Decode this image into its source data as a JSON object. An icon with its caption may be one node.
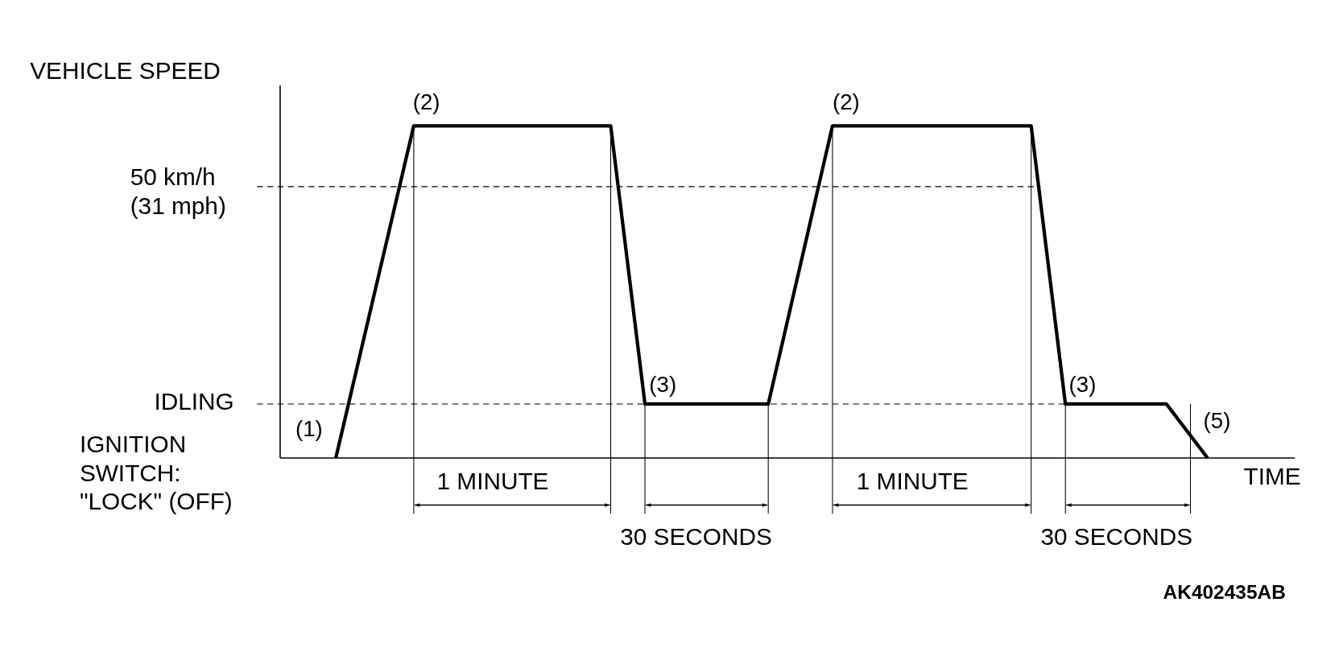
{
  "diagram": {
    "labels": [
      "VEHICLE SPEED",
      "(2)",
      "(2)",
      "50 km/h (31 mph)",
      "(3)",
      "(3)",
      "IDLING",
      "(1)",
      "(5)",
      "IGNITION SWITCH: \"LOCK\" (OFF)",
      "1 MINUTE",
      "1 MINUTE",
      "TIME",
      "30 SECONDS",
      "30 SECONDS",
      "AK402435AB"
    ]
  }
}
